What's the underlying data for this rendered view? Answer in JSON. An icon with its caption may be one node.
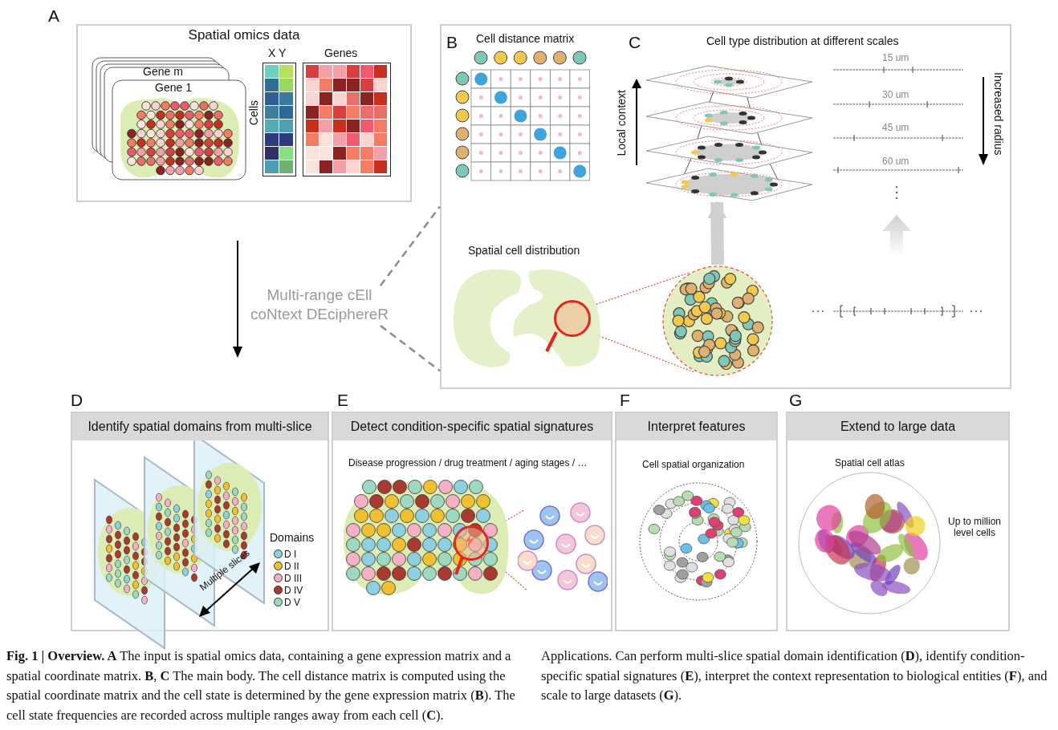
{
  "diagram": {
    "caption": "**Fig. 1 | Overview. A** The input is spatial omics data, containing a gene expression matrix and a spatial coordinate matrix. **B**, **C** The main body. The cell distance matrix is computed using the spatial coordinate matrix and the cell state is determined by the gene expression matrix (**B**). The cell state frequencies are recorded across multiple ranges away from each cell (**C**). Applications. Can perform multi-slice spatial domain identification (**D**), identify condition-specific spatial signatures (**E**), interpret the context representation to biological entities (**F**), and scale to large datasets (**G**).",
    "nodes": [
      {
        "text": [
          "Spatial omics data"
        ]
      },
      {
        "text": [
          "Multi-range cEll coNtext DEciphereR"
        ]
      },
      {
        "text": [],
        "shape": "box"
      },
      {
        "text": [],
        "shape": "picture",
        "in": 2
      },
      {
        "text": [],
        "shape": "circle",
        "in": 2
      },
      {
        "text": [],
        "shape": "picture",
        "in": 2
      },
      {
        "text": [
          "Identify spatial domains from multi-slice"
        ],
        "beside": [
          "D"
        ]
      },
      {
        "text": [
          "Detect condition-specific spatial signatures"
        ],
        "beside": [
          "E"
        ]
      },
      {
        "text": [],
        "shape": "circle",
        "in": 7
      },
      {
        "text": [],
        "shape": "picture",
        "in": 7
      },
      {
        "text": [
          "Interpret features"
        ],
        "beside": [
          "F"
        ]
      },
      {
        "text": [
          "Extend to large data"
        ],
        "beside": [
          "G"
        ]
      }
    ],
    "edges": [
      {
        "from": 1,
        "to": 2,
        "arrow": "none",
        "style": "dashed",
        "color": "#8c8c8c"
      },
      {
        "from": 1,
        "to": 2,
        "arrow": "none",
        "style": "dashed",
        "color": "#8c8c8c"
      },
      {
        "from": 4,
        "to": 5,
        "arrow": "none",
        "style": "dashed"
      },
      {
        "from": 4,
        "to": 5,
        "arrow": "none",
        "style": "dashed"
      },
      {
        "from": 8,
        "to": 9,
        "arrow": "none",
        "style": "dashed"
      },
      {
        "from": 8,
        "to": 9,
        "arrow": "none",
        "style": "dashed"
      },
      {
        "from": 5,
        "to": 3,
        "arrow": "to",
        "style": "thick",
        "color": "#d0d0d0"
      }
    ],
    "labels": [
      "A",
      "Gene m",
      "Gene 1",
      "X Y",
      "Genes",
      "Cells",
      "B",
      "Cell distance matrix",
      "C",
      "Cell type distribution at different scales",
      "15 um",
      "30 um",
      "45 um",
      "60 um",
      "Local context",
      "Increased radius",
      "Spatial cell distribution",
      "Disease progression / drug treatment / aging stages / …",
      "Domains",
      "Multiple slices",
      "Cell spatial organization",
      "Spatial cell atlas",
      "Up to million level cells"
    ],
    "legend": [
      {
        "text": "D I",
        "color": "#8ecfe0"
      },
      {
        "text": "D II",
        "color": "#f0c030"
      },
      {
        "text": "D III",
        "color": "#f4b0c4"
      },
      {
        "text": "D IV",
        "color": "#a83a30"
      },
      {
        "text": "D V",
        "color": "#9fd8c0"
      }
    ]
  }
}
